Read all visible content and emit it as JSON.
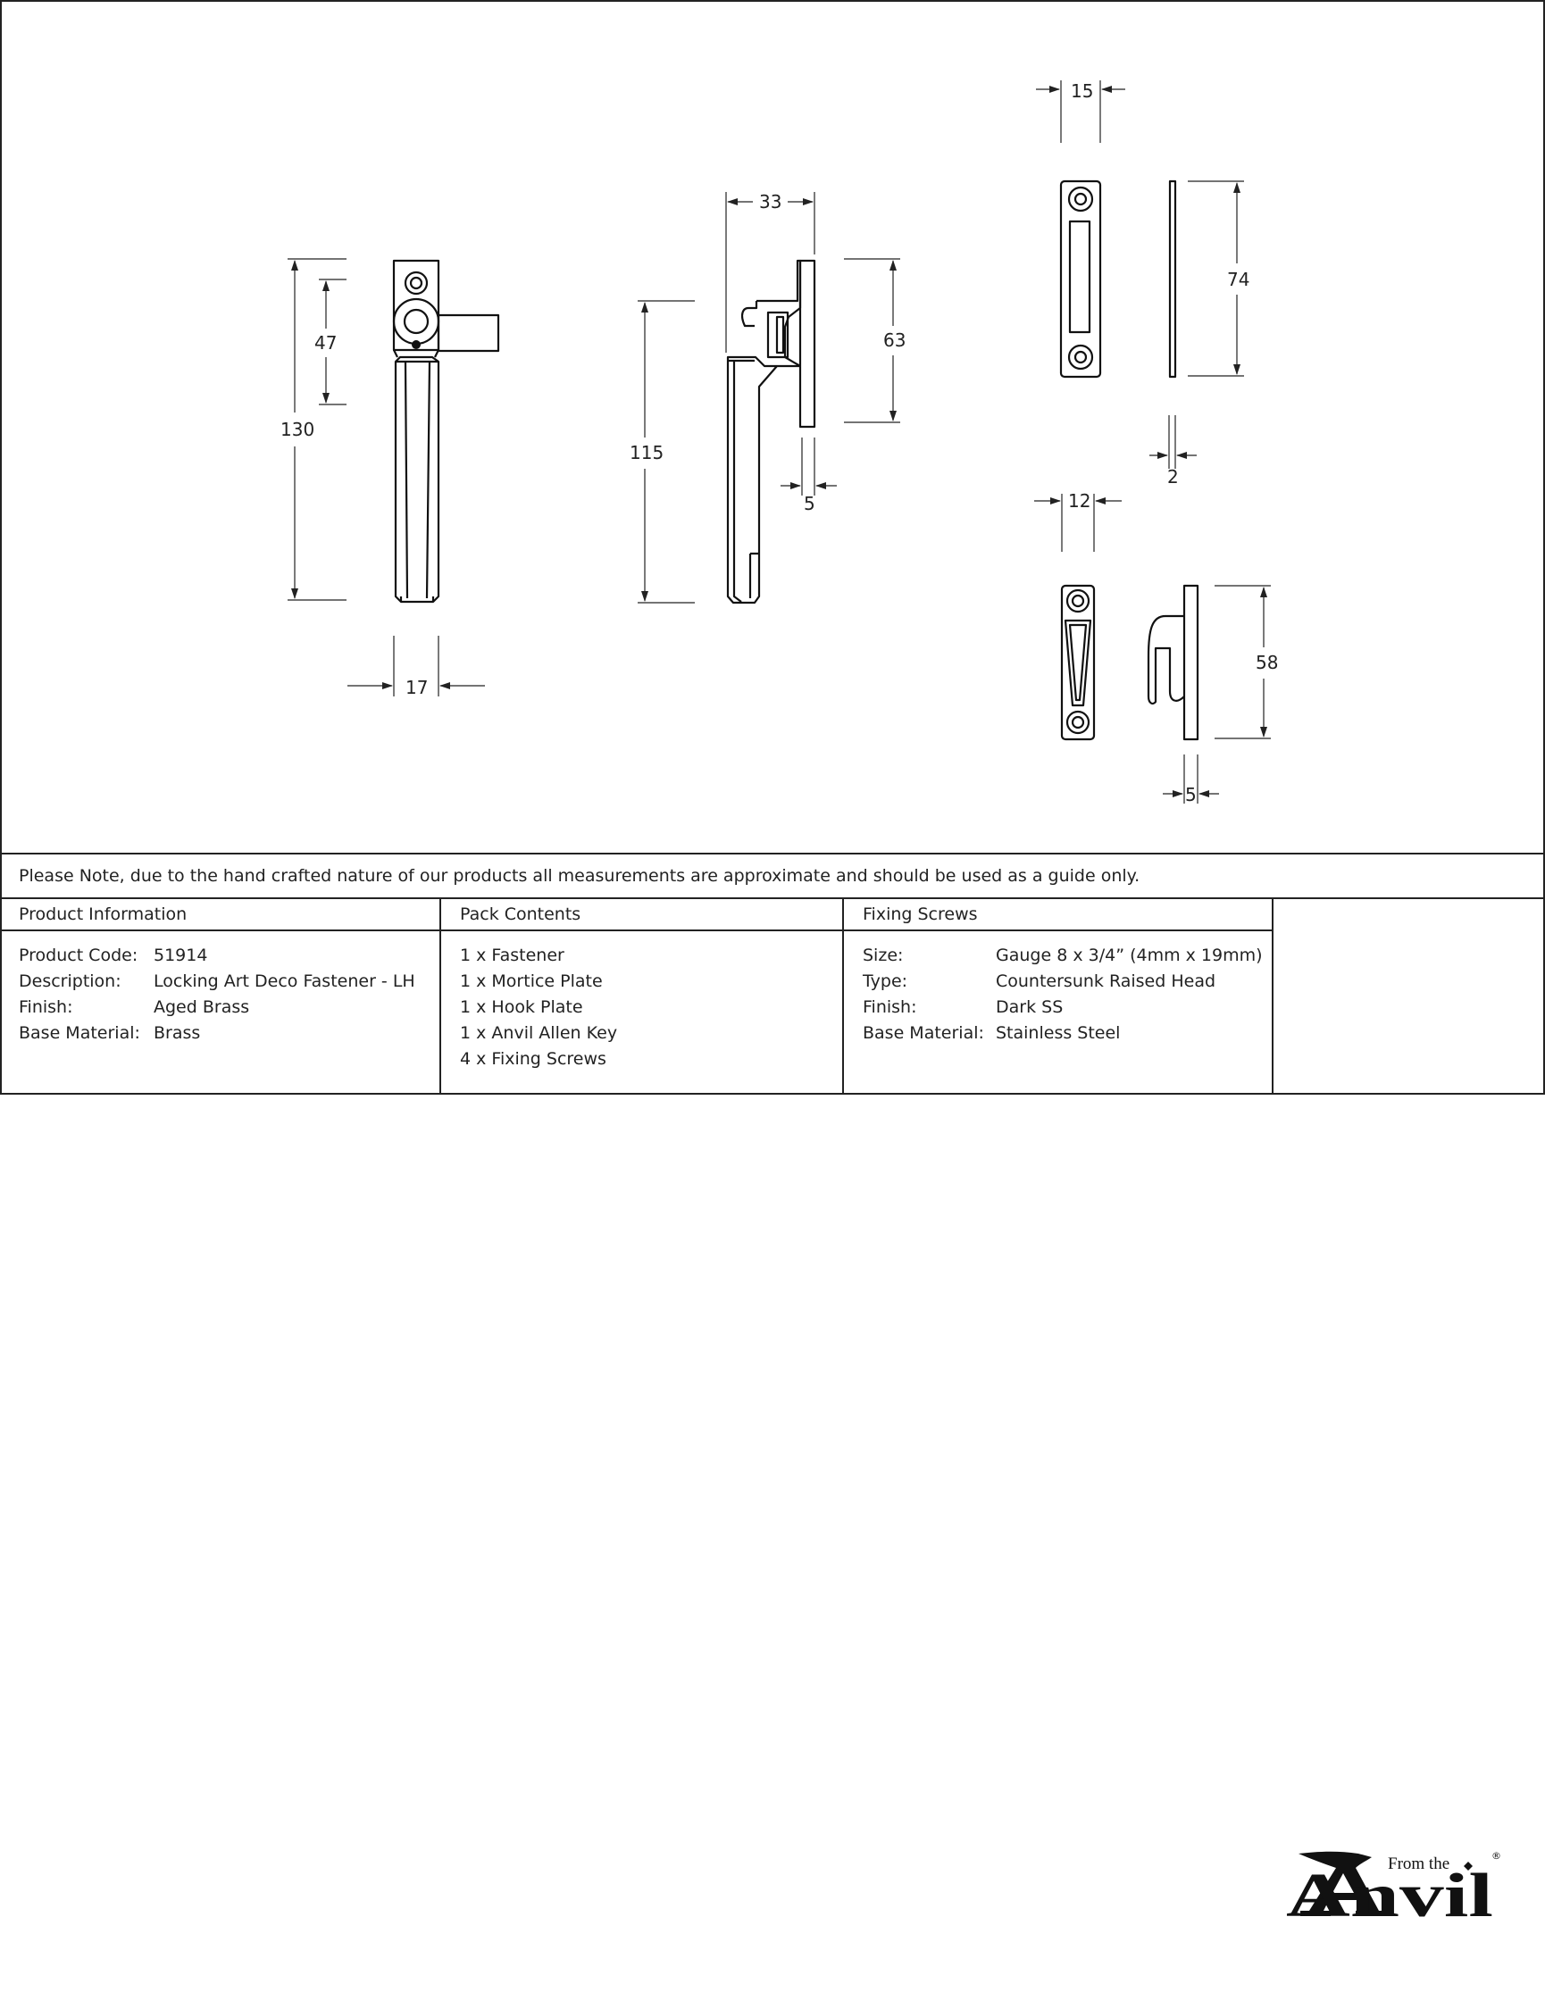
{
  "dimensions": {
    "handle_height": "130",
    "handle_upper": "47",
    "handle_width": "17",
    "side_depth": "33",
    "side_height": "115",
    "plate_height": "63",
    "plate_thickness": "5",
    "mortice_width": "15",
    "mortice_height": "74",
    "mortice_thickness": "2",
    "hook_width": "12",
    "hook_height": "58",
    "hook_thickness": "5"
  },
  "note": "Please Note, due to the hand crafted nature of our products all measurements are approximate and should be used as a guide only.",
  "product_info": {
    "heading": "Product Information",
    "rows": [
      {
        "label": "Product Code:",
        "value": "51914"
      },
      {
        "label": "Description:",
        "value": "Locking Art Deco Fastener - LH"
      },
      {
        "label": "Finish:",
        "value": "Aged Brass"
      },
      {
        "label": "Base Material:",
        "value": "Brass"
      }
    ]
  },
  "pack_contents": {
    "heading": "Pack Contents",
    "items": [
      "1 x Fastener",
      "1 x Mortice Plate",
      "1 x Hook Plate",
      "1 x Anvil Allen Key",
      "4 x Fixing Screws"
    ]
  },
  "fixing_screws": {
    "heading": "Fixing Screws",
    "rows": [
      {
        "label": "Size:",
        "value": "Gauge 8 x 3/4” (4mm x 19mm)"
      },
      {
        "label": "Type:",
        "value": "Countersunk Raised Head"
      },
      {
        "label": "Finish:",
        "value": "Dark SS"
      },
      {
        "label": "Base Material:",
        "value": "Stainless Steel"
      }
    ]
  },
  "logo": {
    "tagline": "From the",
    "brand": "Anvil",
    "registered": "®"
  }
}
